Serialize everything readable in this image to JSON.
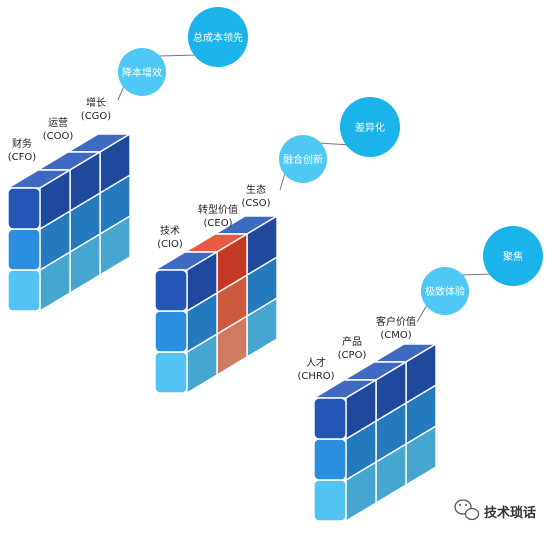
{
  "colors": {
    "dark_blue": "#2456b8",
    "mid_blue": "#2b8fe0",
    "light_blue": "#52c3f3",
    "red_dark": "#e5432a",
    "red_mid": "#f06a4a",
    "red_light": "#f59170",
    "bubble_large": "#1bb4ea",
    "bubble_small": "#4fc8f5"
  },
  "groups": [
    {
      "id": "left",
      "bubbles": {
        "small": "降本增效",
        "large": "总成本领先"
      },
      "labels": [
        {
          "name": "财务",
          "code": "(CFO)"
        },
        {
          "name": "运营",
          "code": "(COO)"
        },
        {
          "name": "增长",
          "code": "(CGO)"
        }
      ]
    },
    {
      "id": "middle",
      "bubbles": {
        "small": "融合创新",
        "large": "差异化"
      },
      "labels": [
        {
          "name": "技术",
          "code": "(CIO)"
        },
        {
          "name": "转型价值",
          "code": "(CEO)"
        },
        {
          "name": "生态",
          "code": "(CSO)"
        }
      ]
    },
    {
      "id": "right",
      "bubbles": {
        "small": "极致体验",
        "large": "聚焦"
      },
      "labels": [
        {
          "name": "人才",
          "code": "(CHRO)"
        },
        {
          "name": "产品",
          "code": "(CPO)"
        },
        {
          "name": "客户价值",
          "code": "(CMO)"
        }
      ]
    }
  ],
  "watermark": {
    "text": "技术琐话",
    "icon": "wechat-icon"
  }
}
